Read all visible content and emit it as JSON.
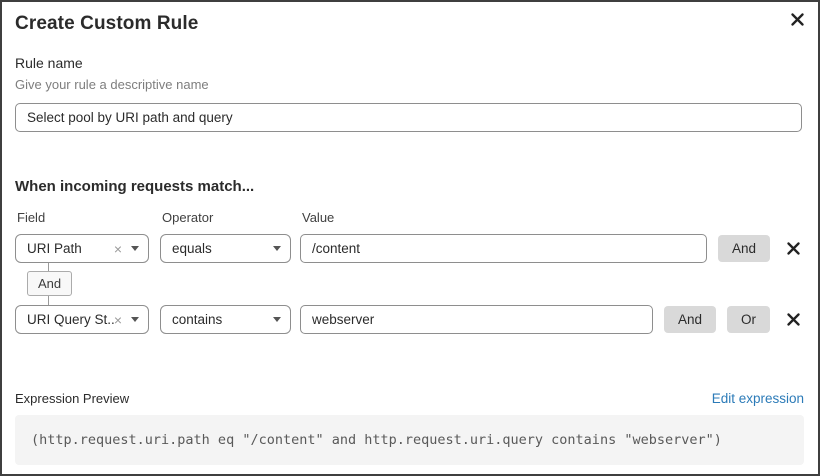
{
  "dialog": {
    "title": "Create Custom Rule"
  },
  "rule_name": {
    "label": "Rule name",
    "helper": "Give your rule a descriptive name",
    "value": "Select pool by URI path and query"
  },
  "match": {
    "heading": "When incoming requests match...",
    "columns": {
      "field": "Field",
      "operator": "Operator",
      "value": "Value"
    },
    "connector": "And",
    "rows": [
      {
        "field": "URI Path",
        "operator": "equals",
        "value": "/content",
        "buttons": [
          "And"
        ]
      },
      {
        "field": "URI Query St...",
        "operator": "contains",
        "value": "webserver",
        "buttons": [
          "And",
          "Or"
        ]
      }
    ]
  },
  "expression": {
    "label": "Expression Preview",
    "edit_link": "Edit expression",
    "code": "(http.request.uri.path eq \"/content\" and http.request.uri.query contains \"webserver\")"
  },
  "colors": {
    "link": "#2c7bb8",
    "logic_button_bg": "#d9d9d9",
    "border": "#8e8e8e",
    "code_bg": "#f4f4f4",
    "dialog_border": "#3f3f3f"
  }
}
